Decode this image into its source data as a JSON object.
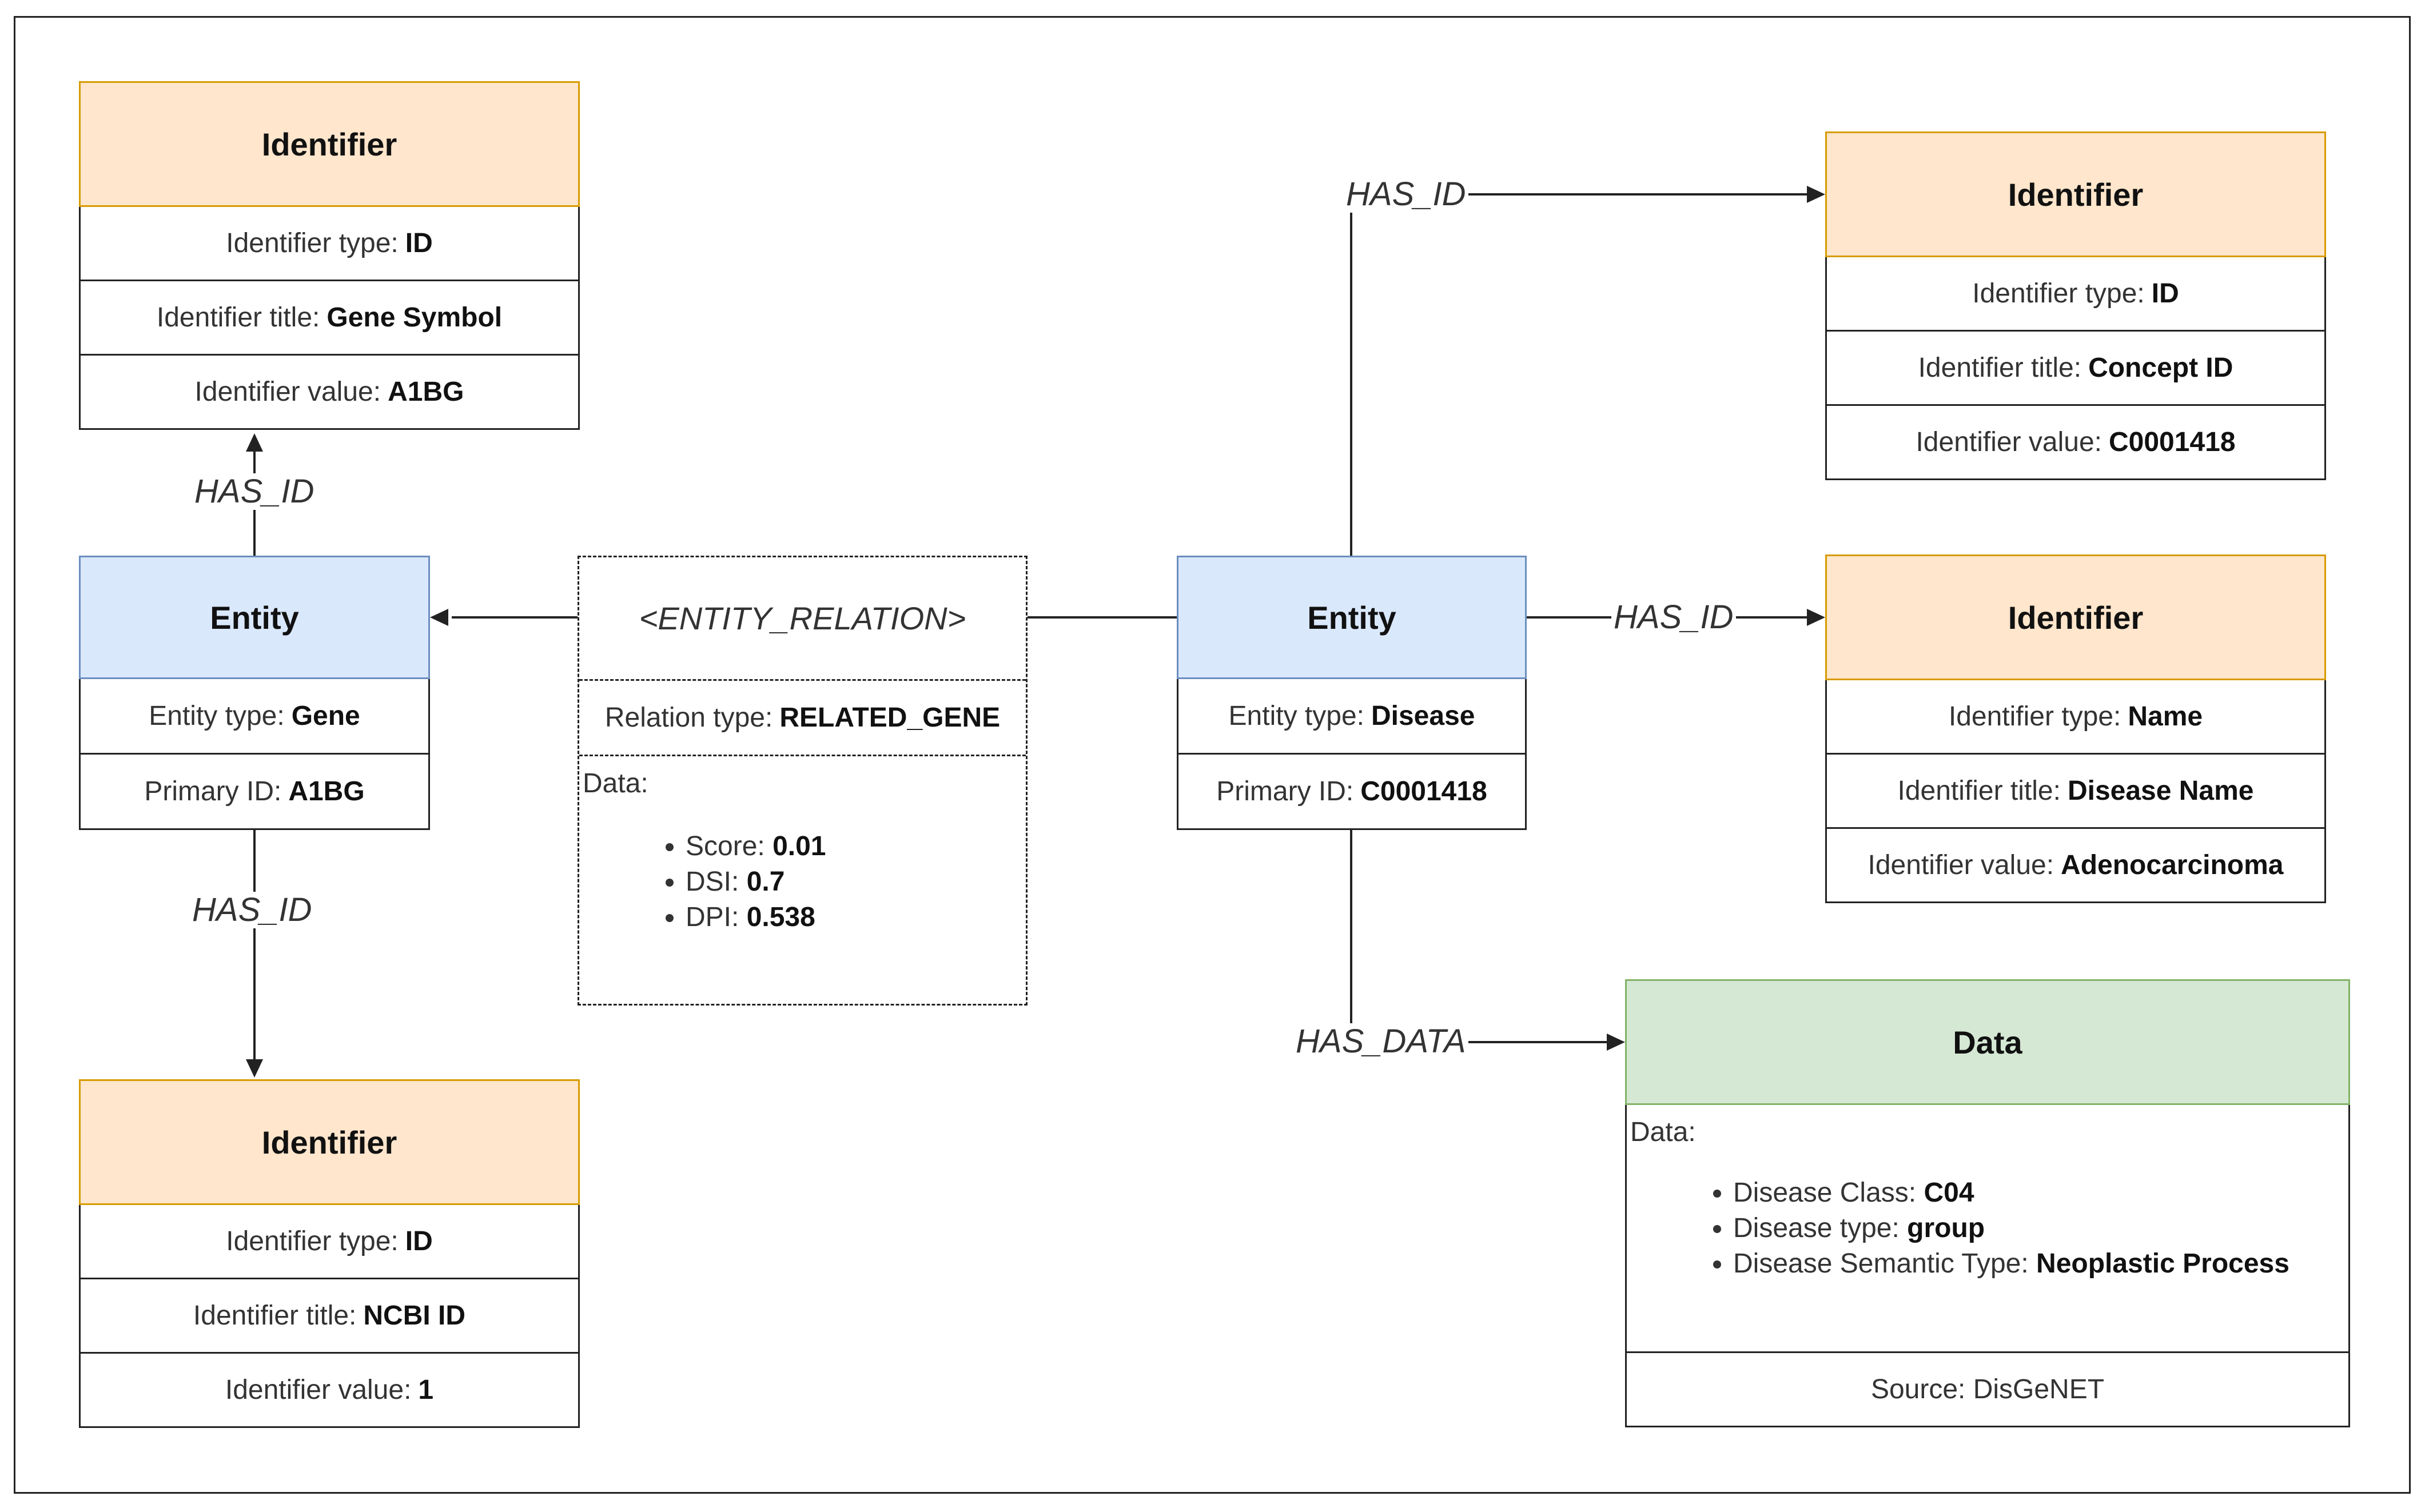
{
  "diagram": {
    "gene_symbol_identifier": {
      "title": "Identifier",
      "type_label": "Identifier type:",
      "type_value": "ID",
      "title_label": "Identifier title:",
      "title_value": "Gene Symbol",
      "value_label": "Identifier value:",
      "value_value": "A1BG"
    },
    "gene_entity": {
      "title": "Entity",
      "type_label": "Entity type:",
      "type_value": "Gene",
      "primary_label": "Primary ID:",
      "primary_value": "A1BG"
    },
    "ncbi_identifier": {
      "title": "Identifier",
      "type_label": "Identifier type:",
      "type_value": "ID",
      "title_label": "Identifier title:",
      "title_value": "NCBI ID",
      "value_label": "Identifier value:",
      "value_value": "1"
    },
    "relation": {
      "title": "<ENTITY_RELATION>",
      "type_label": "Relation type:",
      "type_value": "RELATED_GENE",
      "data_label": "Data:",
      "items": [
        {
          "label": "Score:",
          "value": "0.01"
        },
        {
          "label": "DSI:",
          "value": "0.7"
        },
        {
          "label": "DPI:",
          "value": "0.538"
        }
      ]
    },
    "disease_entity": {
      "title": "Entity",
      "type_label": "Entity type:",
      "type_value": "Disease",
      "primary_label": "Primary ID:",
      "primary_value": "C0001418"
    },
    "concept_identifier": {
      "title": "Identifier",
      "type_label": "Identifier type:",
      "type_value": "ID",
      "title_label": "Identifier title:",
      "title_value": "Concept ID",
      "value_label": "Identifier value:",
      "value_value": "C0001418"
    },
    "name_identifier": {
      "title": "Identifier",
      "type_label": "Identifier type:",
      "type_value": "Name",
      "title_label": "Identifier title:",
      "title_value": "Disease Name",
      "value_label": "Identifier value:",
      "value_value": "Adenocarcinoma"
    },
    "disease_data": {
      "title": "Data",
      "data_label": "Data:",
      "items": [
        {
          "label": "Disease Class:",
          "value": "C04"
        },
        {
          "label": "Disease type:",
          "value": "group"
        },
        {
          "label": "Disease Semantic Type:",
          "value": "Neoplastic Process"
        }
      ],
      "source": "Source: DisGeNET"
    },
    "edges": {
      "has_id_gene_symbol": "HAS_ID",
      "has_id_ncbi": "HAS_ID",
      "has_id_concept": "HAS_ID",
      "has_id_name": "HAS_ID",
      "has_data": "HAS_DATA"
    },
    "colors": {
      "identifier_fill": "#ffe6cc",
      "identifier_stroke": "#d79b00",
      "entity_fill": "#dae8fc",
      "entity_stroke": "#6c8ebf",
      "data_fill": "#d5e8d4",
      "data_stroke": "#82b366"
    }
  }
}
